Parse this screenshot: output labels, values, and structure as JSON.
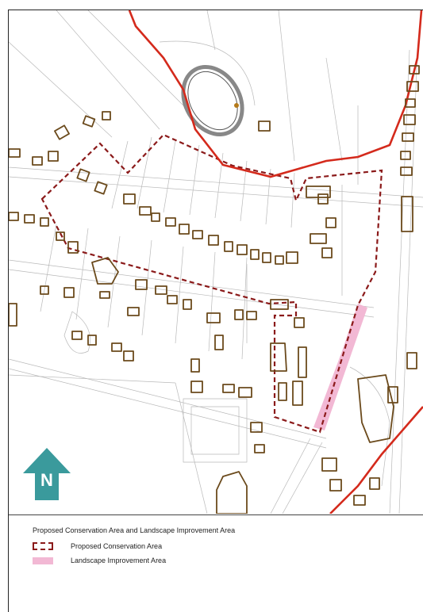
{
  "map": {
    "north_arrow_label": "N",
    "colors": {
      "boundary_red": "#d42a1c",
      "conservation_dashed": "#8b1a1a",
      "landscape_pink": "#f2b8d4",
      "building_outline": "#6b4a1c",
      "north_arrow": "#3a9a9c"
    }
  },
  "legend": {
    "title": "Proposed Conservation Area and Landscape Improvement Area",
    "items": [
      {
        "label": "Proposed Conservation Area",
        "swatch": "dashed-outline"
      },
      {
        "label": "Landscape Improvement Area",
        "swatch": "pink-fill"
      }
    ]
  }
}
